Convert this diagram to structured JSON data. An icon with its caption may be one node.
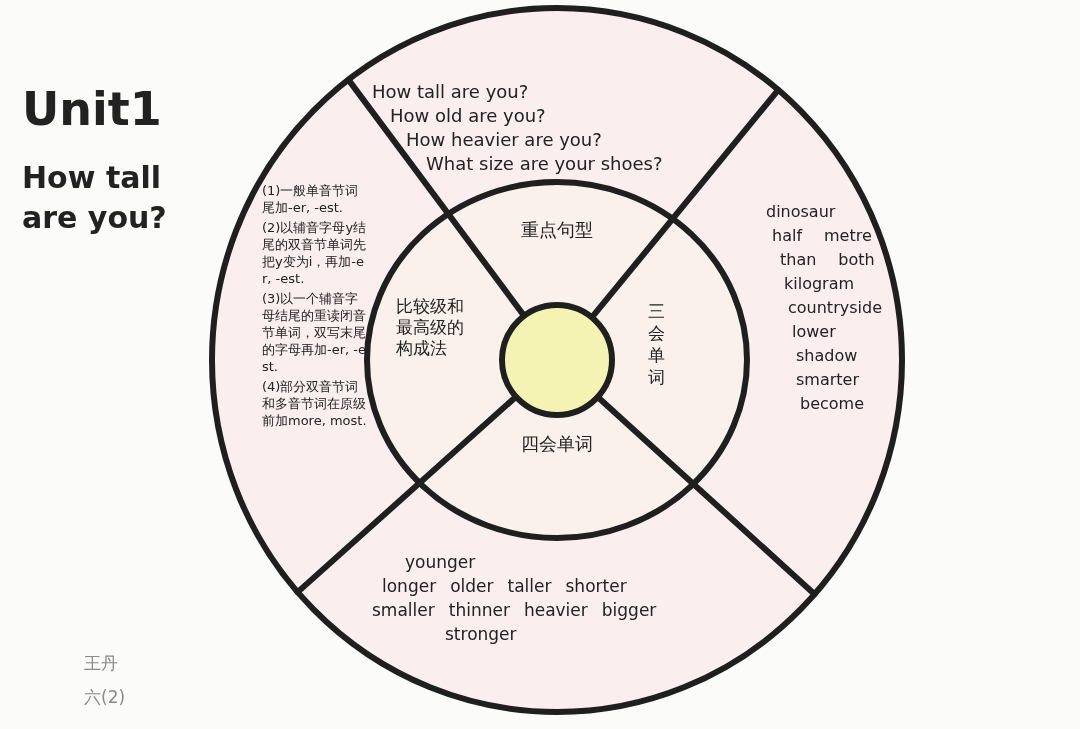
{
  "diagram": {
    "title": "Unit1",
    "nodes": [
      {
        "text": [
          "How tall are you?",
          "How old are you?",
          "How heavier are you?",
          "What size are your shoes?"
        ]
      },
      {
        "text": [
          "(1)一般单音节词尾加-er, -est.",
          "(2)以辅音字母y结尾的双音节单词先把y变为i，再加-er, -est.",
          "(3)以一个辅音字母结尾的重读闭音节单词，双写末尾的字母再加-er, -est.",
          "(4)部分双音节词和多音节词在原级前加more, most."
        ]
      },
      {
        "text": [
          "dinosaur",
          "half",
          "metre",
          "than",
          "both",
          "kilogram",
          "countryside",
          "lower",
          "shadow",
          "smarter",
          "become"
        ]
      },
      {
        "text": [
          "重点句型"
        ]
      },
      {
        "text": [
          "比较级和最高级的构成法"
        ]
      },
      {
        "text": [],
        "shape": "circle"
      },
      {
        "text": [
          "三会单词"
        ]
      },
      {
        "text": [
          "四会单词"
        ]
      },
      {
        "text": [
          "younger",
          "longer",
          "older",
          "taller",
          "shorter",
          "smaller",
          "thinner",
          "heavier",
          "bigger",
          "stronger"
        ]
      }
    ],
    "edges": [],
    "labels": [
      "How tall are you?",
      "王丹",
      "六(2)"
    ]
  }
}
